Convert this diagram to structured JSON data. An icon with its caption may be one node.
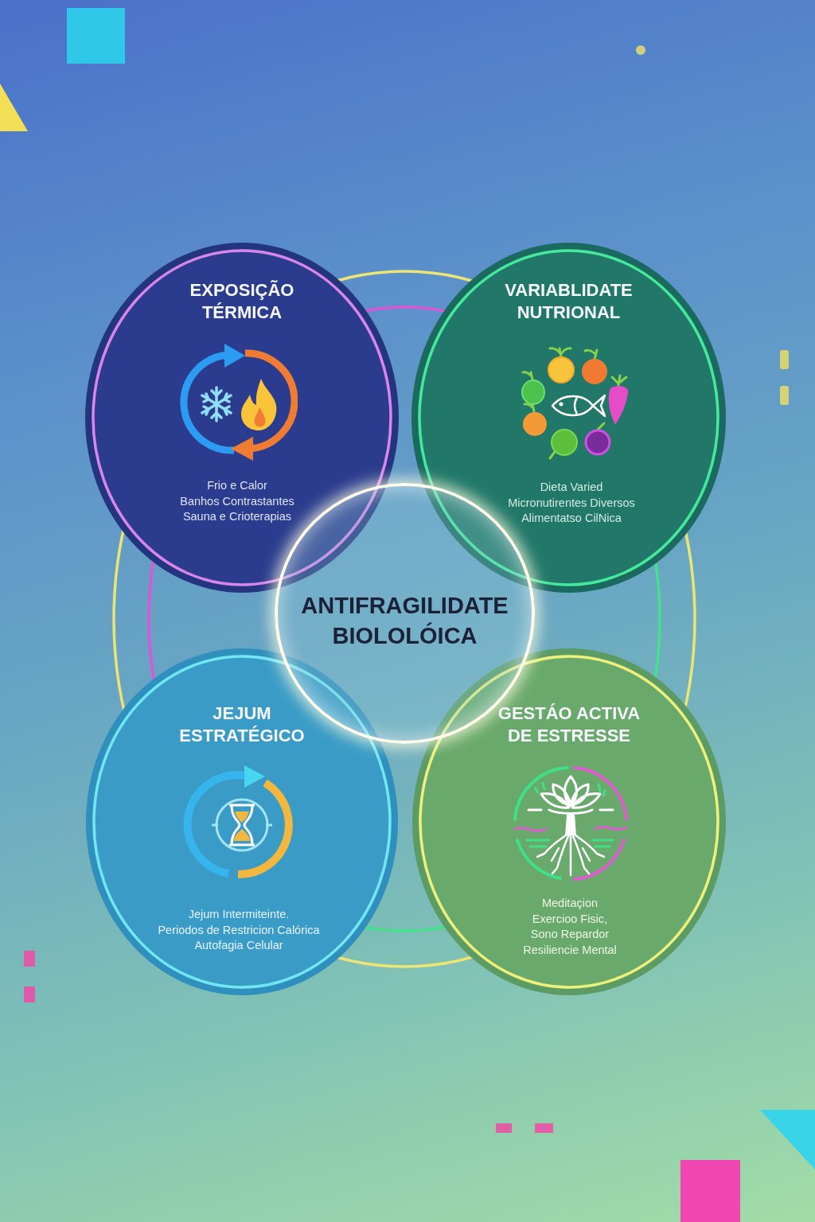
{
  "diagram": {
    "nodes": [
      {
        "text": [
          "EXPOSIÇÃO TÉRMICA",
          "Frio e Calor",
          "Banhos Contrastantes",
          "Sauna e Crioterapias"
        ]
      },
      {
        "text": [
          "VARIABLIDATE NUTRIONAL",
          "Dieta Varied",
          "Micronutirentes Diversos",
          "Alimentatso CilNica"
        ]
      },
      {
        "text": [
          "ANTIFRAGILIDATE BIOLOLÓICA"
        ]
      },
      {
        "text": [
          "JEJUM ESTRATÉGICO",
          "Jejum Intermiteinte.",
          "Periodos de Restricion Calórica",
          "Autofagia Celular"
        ]
      },
      {
        "text": [
          "GESTÁO ACTIVA DE ESTRESSE",
          "Meditaçion",
          "Exercioo Fisic,",
          "Sono Repardor",
          "Resiliencie Mental"
        ]
      }
    ]
  }
}
